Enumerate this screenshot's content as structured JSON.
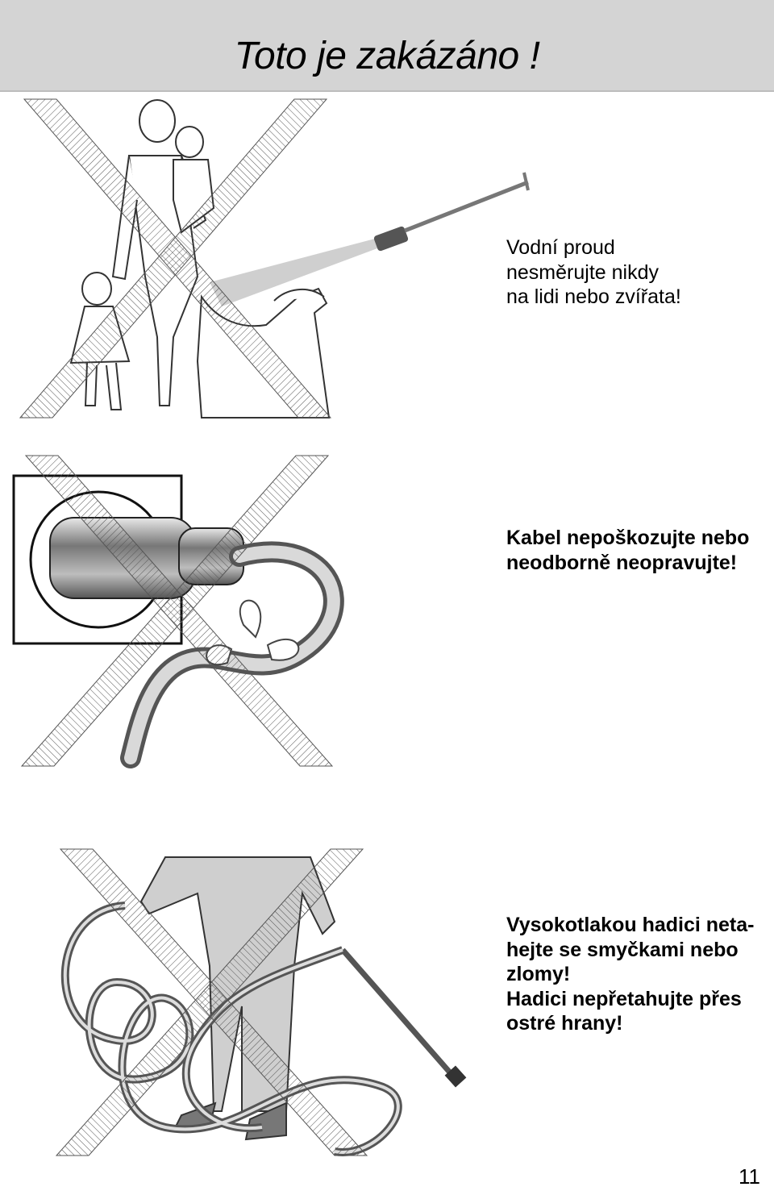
{
  "header": {
    "title": "Toto je zakázáno !"
  },
  "sections": [
    {
      "text": "Vodní proud\nnesměrujte nikdy\nna lidi nebo zvířata!",
      "icon": "family-dog-spray-prohibited-illustration"
    },
    {
      "text": "Kabel nepoškozujte nebo\nneodborně neopravujte!",
      "icon": "damaged-cable-prohibited-illustration"
    },
    {
      "text": "Vysokotlakou hadici neta-\nhejte se smyčkami nebo\nzlomy!\nHadici nepřetahujte přes\nostré hrany!",
      "icon": "looped-hose-prohibited-illustration"
    }
  ],
  "footer": {
    "page_number": "11"
  },
  "colors": {
    "header_bg": "#d4d4d4",
    "line_art": "#333333",
    "hatch": "#555555"
  }
}
